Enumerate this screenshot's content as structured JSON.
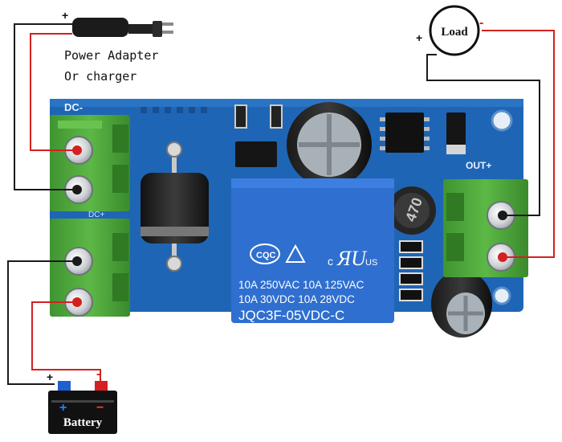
{
  "adapter": {
    "plus_sign": "+",
    "minus_sign": "-",
    "caption_line1": "Power Adapter",
    "caption_line2": "Or charger"
  },
  "load": {
    "label": "Load",
    "plus_sign": "+",
    "minus_sign": "-"
  },
  "battery": {
    "label": "Battery",
    "plus_sign": "+",
    "minus_sign": "-",
    "plus_glyph": "+",
    "minus_glyph": "−"
  },
  "board": {
    "dc_label": "DC-",
    "out_label": "OUT+",
    "dc_in_label": "DC+"
  },
  "relay": {
    "brand": "CQC",
    "ul_mark": "c",
    "ul_suffix": "US",
    "rating_line1": "10A 250VAC  10A 125VAC",
    "rating_line2": "10A   30VDC  10A   28VDC",
    "model": "JQC3F-05VDC-C"
  },
  "inductor_marking": "470",
  "colors": {
    "pcb": "#1f65b5",
    "terminal": "#4fa83a",
    "wire_red": "#d42020",
    "wire_black": "#1a1a1a",
    "relay": "#2f6fd0"
  }
}
